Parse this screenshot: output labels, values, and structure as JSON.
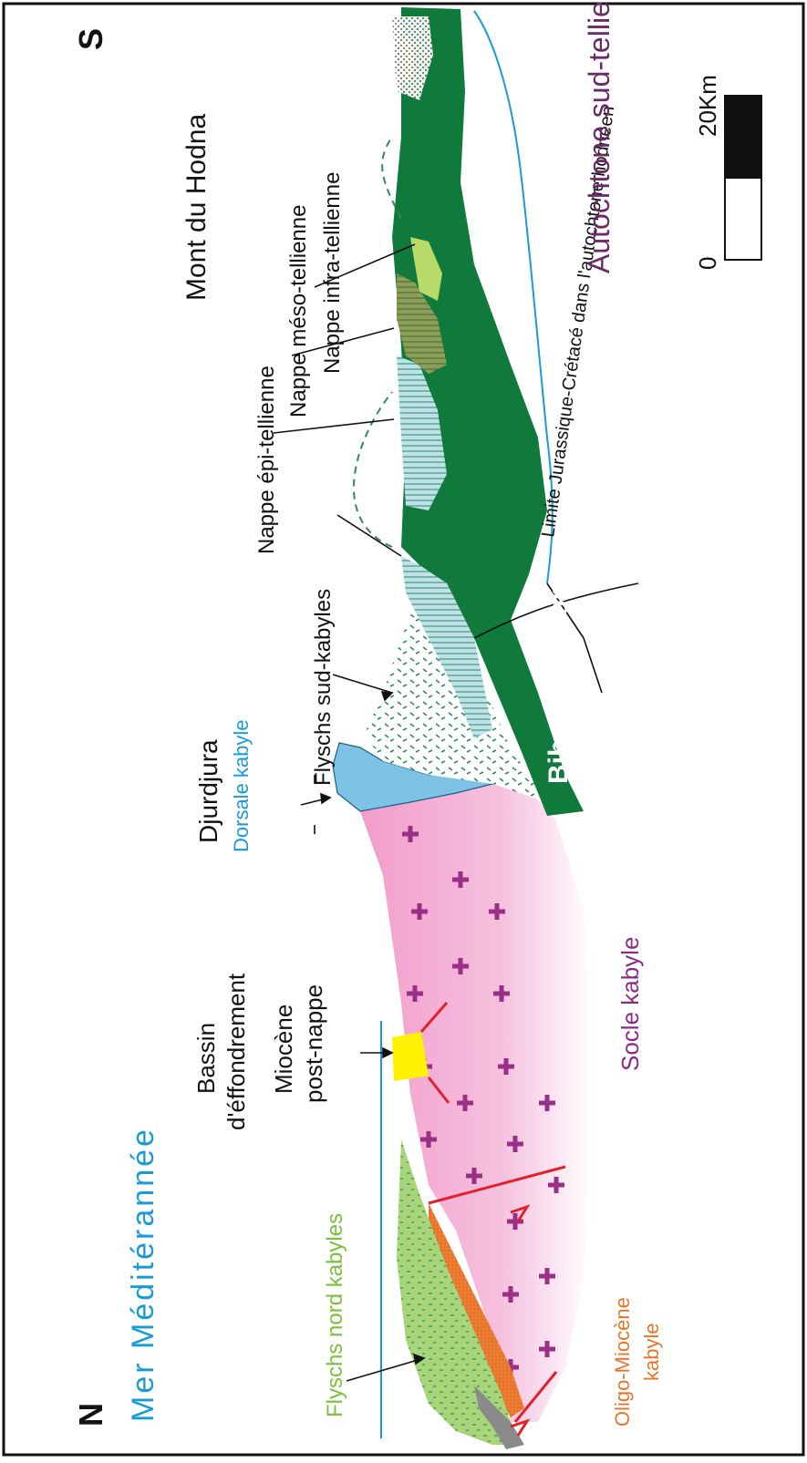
{
  "orientation": {
    "north": "N",
    "south": "S"
  },
  "sea": {
    "label": "Mer Méditérannée"
  },
  "labels": {
    "flyschs_nord": "Flyschs nord kabyles",
    "oligo_miocene_1": "Oligo-Miocène",
    "oligo_miocene_2": "kabyle",
    "bassin_1": "Bassin",
    "bassin_2": "d'éffondrement",
    "miocene_1": "Miocène",
    "miocene_2": "post-nappe",
    "socle": "Socle kabyle",
    "djurdjura": "Djurdjura",
    "dorsale": "Dorsale kabyle",
    "flyschs_sud": "Flyschs sud-kabyles",
    "biban": "Biban et Babors",
    "nappe_epi": "Nappe épi-tellienne",
    "nappe_meso": "Nappe méso-tellienne",
    "nappe_infra": "Nappe infra-tellienne",
    "limite": "Limite Jurassique-Crétacé dans l'autochtone hodnéen",
    "mont_hodna": "Mont du Hodna",
    "autochtone": "Autochtone sud-tellien"
  },
  "scale_bar": {
    "start": "0",
    "end": "20Km"
  },
  "colors": {
    "sea_line": "#1a9ad6",
    "flysch_nord": "#a8d47a",
    "oligo_miocene": "#e8742a",
    "socle": "#f2a6cf",
    "socle_cross": "#9a2f86",
    "miocene_yellow": "#fff200",
    "dorsale": "#7ec3e6",
    "flysch_sud_dash": "#2e8b57",
    "biban_dark_green": "#0f7a3c",
    "nappe_epi": "#bfe3e3",
    "nappe_meso": "#8aa05a",
    "nappe_infra": "#b7da6a",
    "fault_red": "#e0202a",
    "label_blue": "#1a9ad6",
    "label_green": "#7bbf3a",
    "label_orange": "#e8742a",
    "label_purple": "#8a2a86",
    "label_purple_dark": "#6a2a6a"
  }
}
